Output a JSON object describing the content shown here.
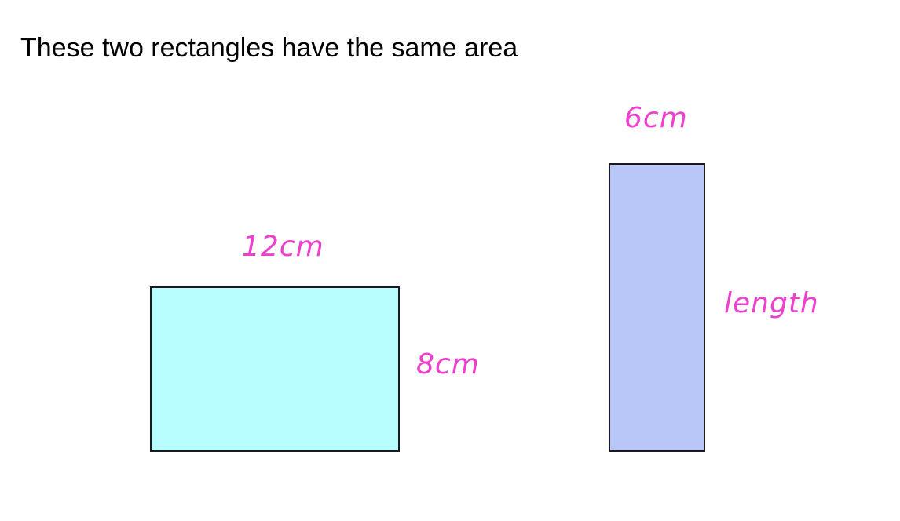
{
  "title": "These two rectangles have the same area",
  "colors": {
    "label": "#ee3fcf",
    "rect_a_fill": "#b8fefe",
    "rect_b_fill": "#b8c6f8",
    "border": "#1a1a1a"
  },
  "rectangle_a": {
    "width_label": "12cm",
    "height_label": "8cm"
  },
  "rectangle_b": {
    "width_label": "6cm",
    "height_label": "length"
  }
}
